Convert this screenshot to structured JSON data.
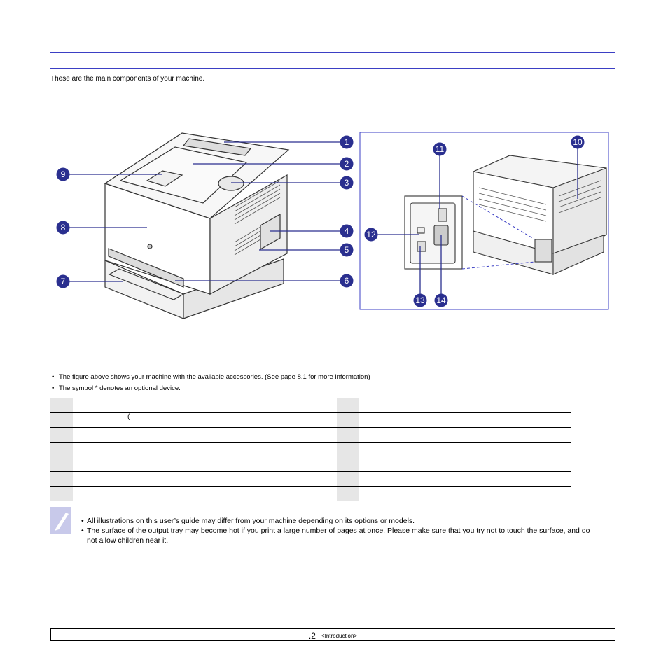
{
  "intro": "These are the main components of your machine.",
  "front_callouts": [
    "1",
    "2",
    "3",
    "4",
    "5",
    "6",
    "7",
    "8",
    "9"
  ],
  "rear_callouts": [
    "10",
    "11",
    "12",
    "13",
    "14"
  ],
  "notes": [
    "The figure above shows your machine with the available accessories. (See page 8.1 for more information)",
    "The symbol * denotes an optional device."
  ],
  "table": {
    "rows": [
      {
        "num_left": "",
        "desc_left": "",
        "num_right": "",
        "desc_right": ""
      },
      {
        "num_left": "",
        "desc_left": "(",
        "num_right": "",
        "desc_right": ""
      },
      {
        "num_left": "",
        "desc_left": "",
        "num_right": "",
        "desc_right": ""
      },
      {
        "num_left": "",
        "desc_left": "",
        "num_right": "",
        "desc_right": ""
      },
      {
        "num_left": "",
        "desc_left": "",
        "num_right": "",
        "desc_right": ""
      },
      {
        "num_left": "",
        "desc_left": "",
        "num_right": "",
        "desc_right": ""
      },
      {
        "num_left": "",
        "desc_left": "",
        "num_right": "",
        "desc_right": ""
      }
    ]
  },
  "note_items": [
    "All illustrations on this user’s guide may differ from your machine depending on its options or models.",
    "The surface of the output tray may become hot if you print a large number of pages at once. Please make sure that you try not to touch the surface, and do not allow children near it."
  ],
  "footer": {
    "page": ".2",
    "section": "<Introduction>"
  },
  "colors": {
    "accent": "#3b3fc4",
    "callout": "#2a2f8f"
  }
}
